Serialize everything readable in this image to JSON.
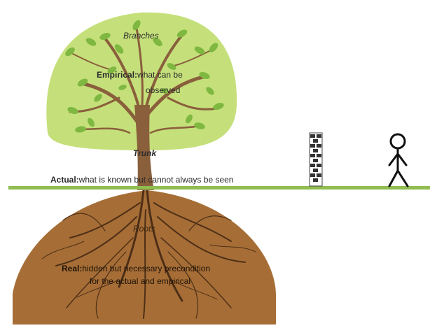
{
  "branches_label": "Branches",
  "empirical": {
    "term": "Empirical:",
    "desc_line1": "what can be",
    "desc_line2": "observed"
  },
  "trunk_label": "Trunk",
  "actual": {
    "term": "Actual:",
    "desc": "what is known but cannot always be seen"
  },
  "roots_label": "Roots",
  "real": {
    "term": "Real:",
    "desc_line1": "hidden but necessary precondition",
    "desc_line2": "for the actual and empirical"
  },
  "colors": {
    "canopy": "#c5e07a",
    "leaf": "#7fb841",
    "trunk": "#8a5f3c",
    "soil": "#a66e36",
    "ground": "#8fbd50",
    "roots": "#4e2f17"
  }
}
